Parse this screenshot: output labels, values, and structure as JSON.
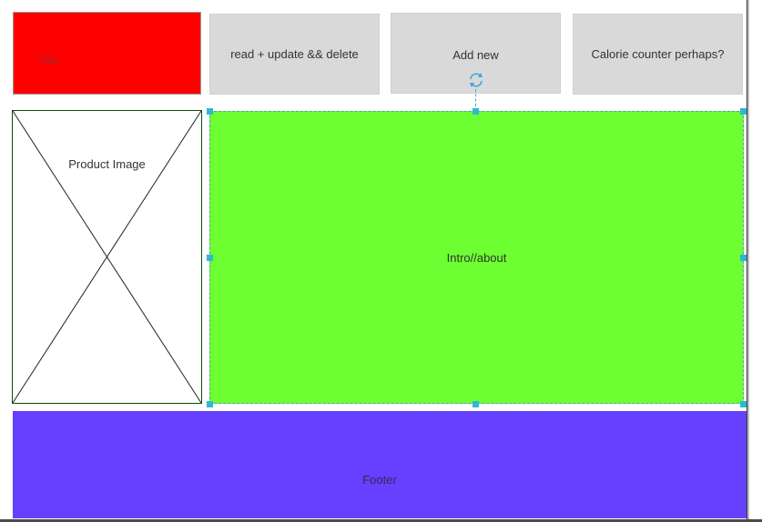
{
  "header": {
    "title": "Title",
    "nav": [
      {
        "label": "read + update && delete"
      },
      {
        "label": "Add new"
      },
      {
        "label": "Calorie counter perhaps?"
      }
    ]
  },
  "main": {
    "product_image_label": "Product Image",
    "intro_label": "Intro//about"
  },
  "footer": {
    "label": "Footer"
  },
  "colors": {
    "title_bg": "#ff0000",
    "nav_bg": "#d9d9d9",
    "intro_bg": "#6dff32",
    "footer_bg": "#6640ff",
    "selection_handle": "#2eb8d6"
  },
  "icons": [
    "refresh-icon",
    "image-placeholder-icon"
  ]
}
